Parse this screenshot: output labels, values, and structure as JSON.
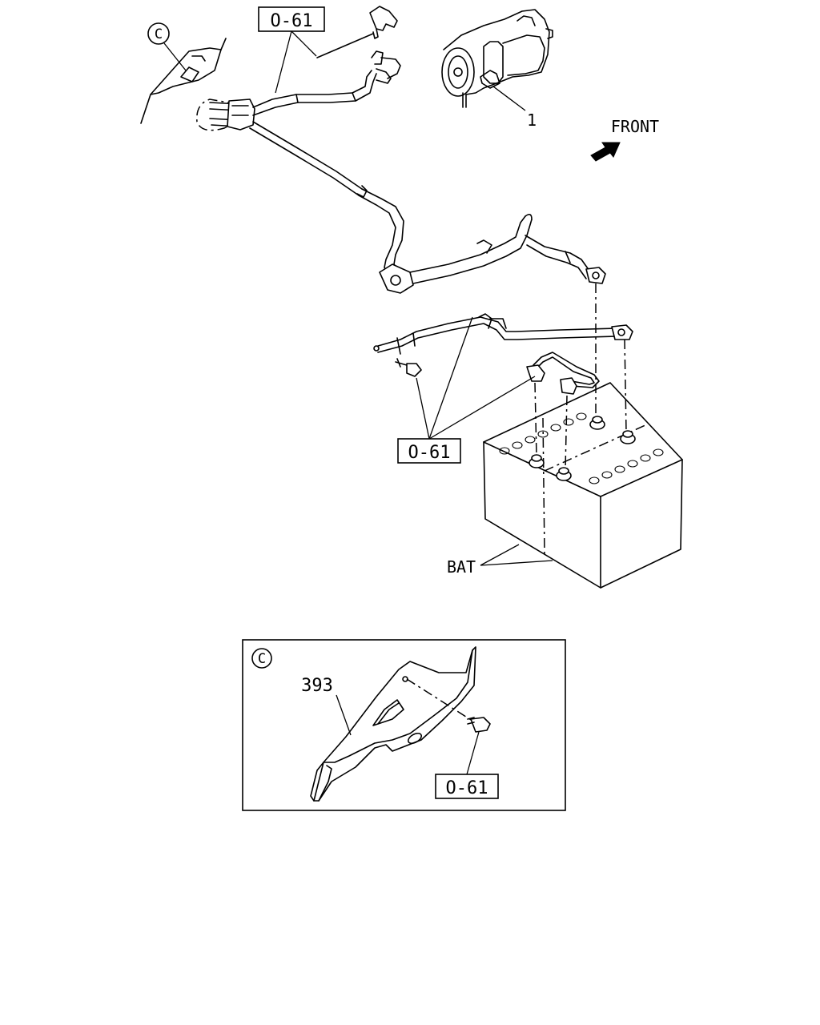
{
  "labels": {
    "ref_code_top": "O-61",
    "ref_code_mid": "O-61",
    "ref_code_detail": "O-61",
    "callout_starter": "1",
    "callout_bracket": "393",
    "battery": "BAT",
    "front": "FRONT",
    "detail_marker": "C",
    "view_marker": "C"
  },
  "icons": {
    "front_arrow": "front-arrow-icon",
    "view_marker": "circle-letter-icon"
  }
}
